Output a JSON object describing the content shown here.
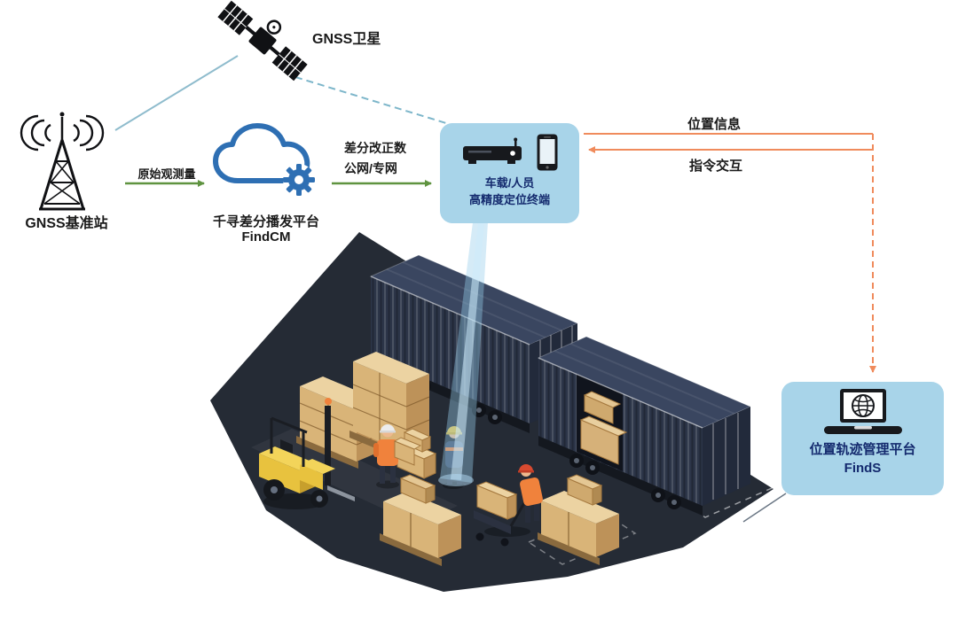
{
  "diagram": {
    "satellite": {
      "label": "GNSS卫星"
    },
    "base_station": {
      "label": "GNSS基准站"
    },
    "cloud": {
      "title": "千寻差分播发平台",
      "subtitle": "FindCM"
    },
    "links": {
      "raw_observation": "原始观测量",
      "correction_line1": "差分改正数",
      "correction_line2": "公网/专网",
      "position_info": "位置信息",
      "command_exchange": "指令交互"
    },
    "terminal": {
      "line1": "车载/人员",
      "line2": "高精度定位终端"
    },
    "platform": {
      "title": "位置轨迹管理平台",
      "subtitle": "FindS"
    },
    "icons": {
      "satellite": "satellite-icon",
      "base_station": "antenna-tower-icon",
      "cloud": "cloud-gear-icon",
      "terminal_box": "vehicle-terminal-icon",
      "terminal_phone": "smartphone-icon",
      "platform": "laptop-globe-icon"
    },
    "colors": {
      "panel_fill": "#a8d4e9",
      "panel_text": "#142a6e",
      "green_arrow": "#5f9340",
      "orange_arrow": "#f08b5c",
      "satellite_link": "#8fbccd",
      "cloud_blue": "#2e6fb3",
      "ground": "#252b35",
      "container": "#2c3548",
      "carton": "#d9b478",
      "forklift": "#e8c23e"
    }
  }
}
